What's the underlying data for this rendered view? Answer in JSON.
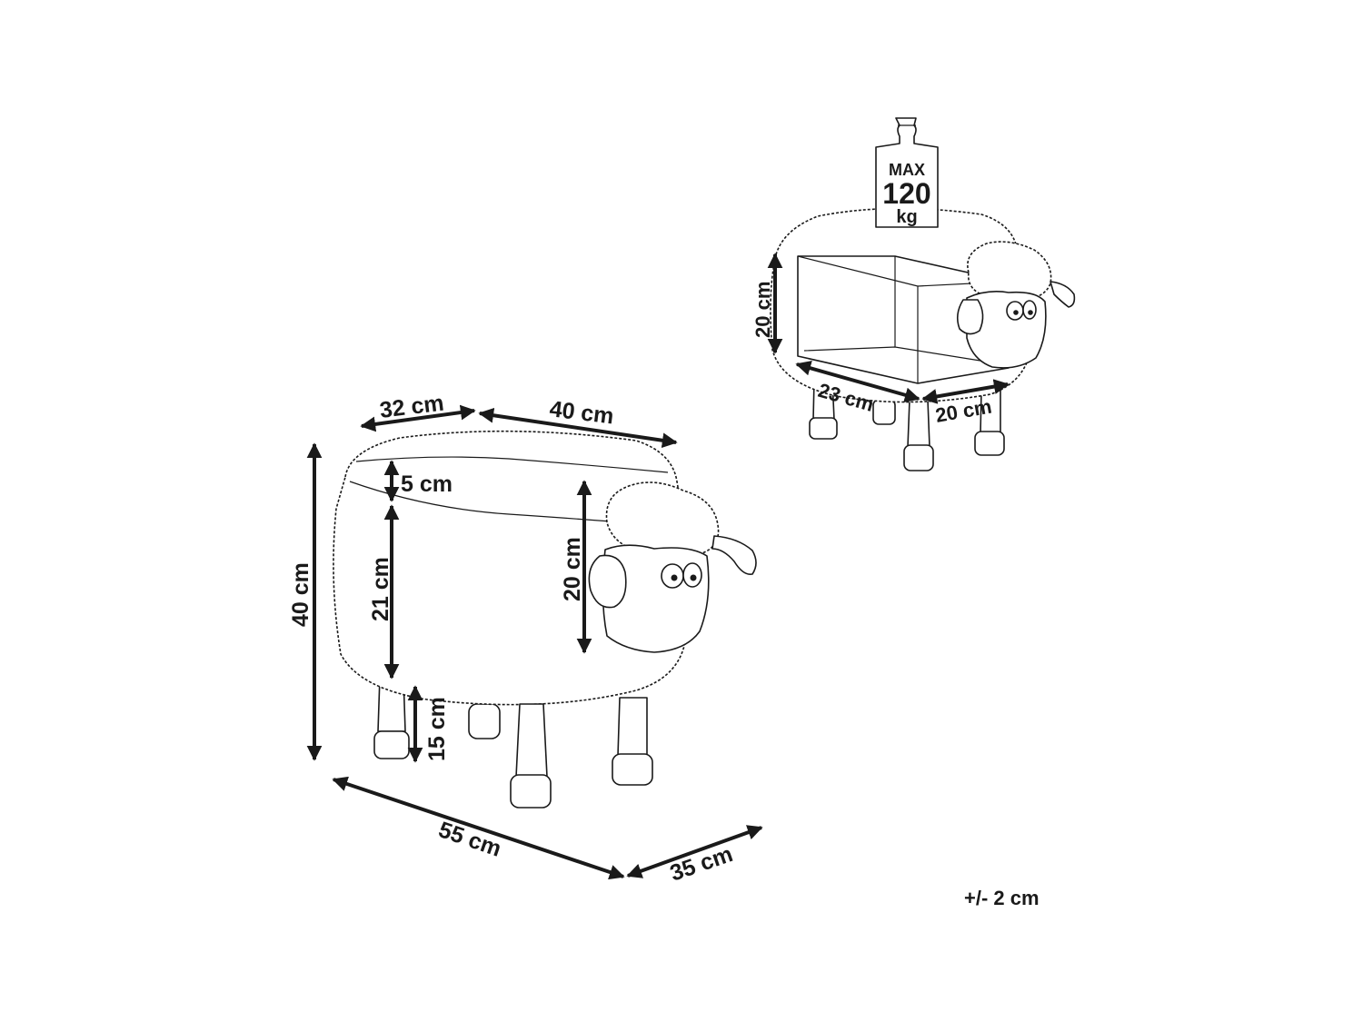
{
  "front_view": {
    "dimensions": {
      "width_short": "32 cm",
      "width_long": "40 cm",
      "cushion_thickness": "5 cm",
      "body_height": "21 cm",
      "head_height": "20 cm",
      "total_height": "40 cm",
      "leg_height": "15 cm",
      "length": "55 cm",
      "depth": "35 cm"
    }
  },
  "storage_view": {
    "weight_label": {
      "line1": "MAX",
      "line2": "120",
      "line3": "kg"
    },
    "dimensions": {
      "storage_height": "20 cm",
      "storage_depth": "23 cm",
      "storage_width": "20 cm"
    }
  },
  "tolerance": "+/- 2 cm"
}
